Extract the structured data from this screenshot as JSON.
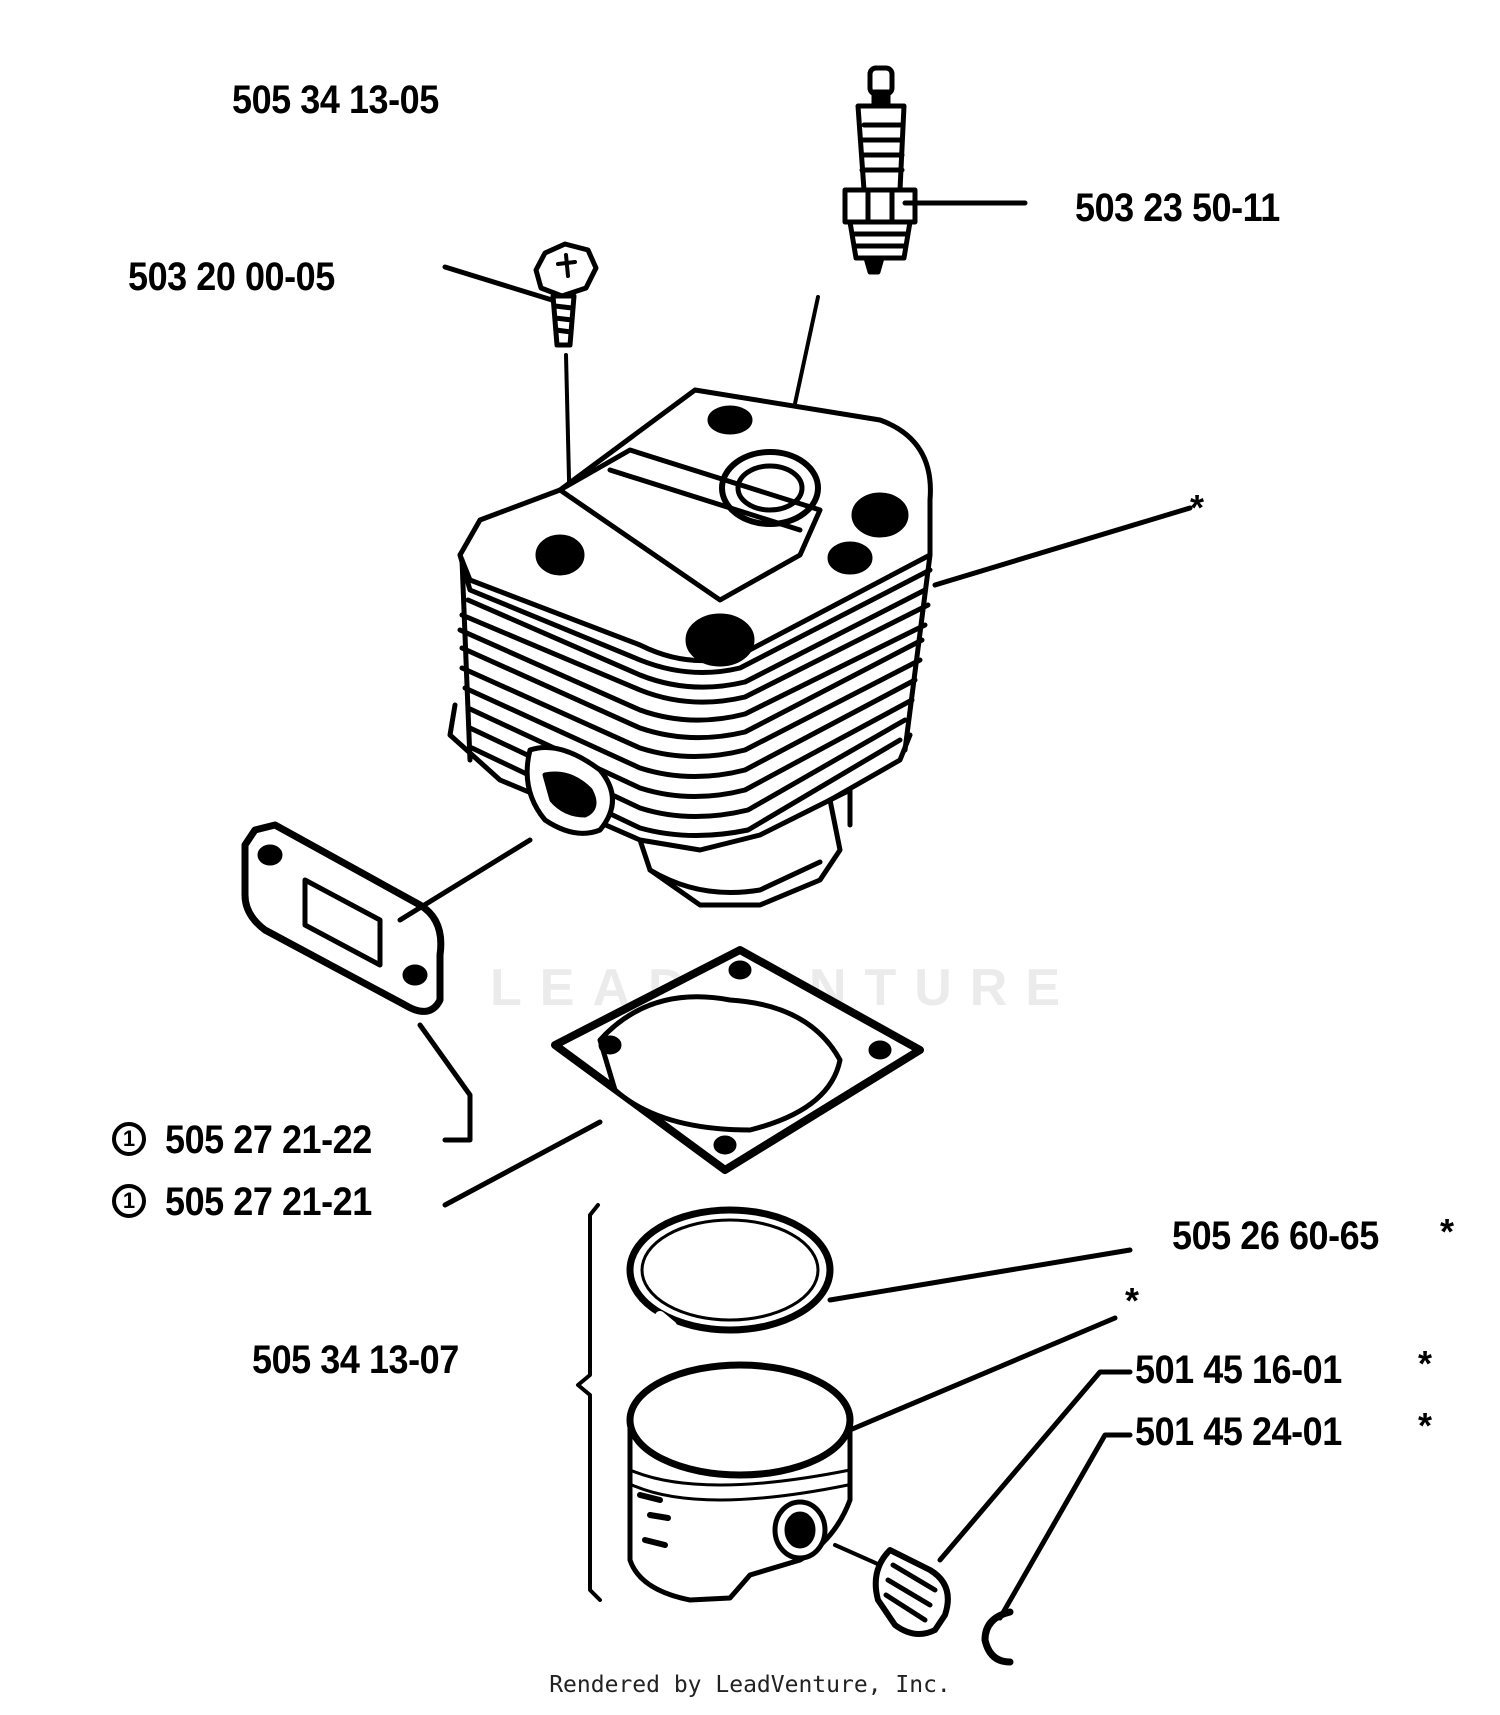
{
  "watermark": "LEADVENTURE",
  "footer": "Rendered by LeadVenture, Inc.",
  "labels": {
    "cylinder_assy": "505 34 13-05",
    "spark_plug": "503 23 50-11",
    "screw": "503 20 00-05",
    "cylinder_star": "*",
    "gasket_exhaust": "505 27 21-22",
    "gasket_base": "505 27 21-21",
    "note_symbol": "1",
    "piston_ring": "505 26 60-65",
    "piston_ring_star": "*",
    "piston_star": "*",
    "piston_assy": "505 34 13-07",
    "piston_pin": "501 45 16-01",
    "piston_pin_star": "*",
    "circlip": "501 45 24-01",
    "circlip_star": "*"
  },
  "icons": {
    "note_marker": "circled-one-icon"
  }
}
